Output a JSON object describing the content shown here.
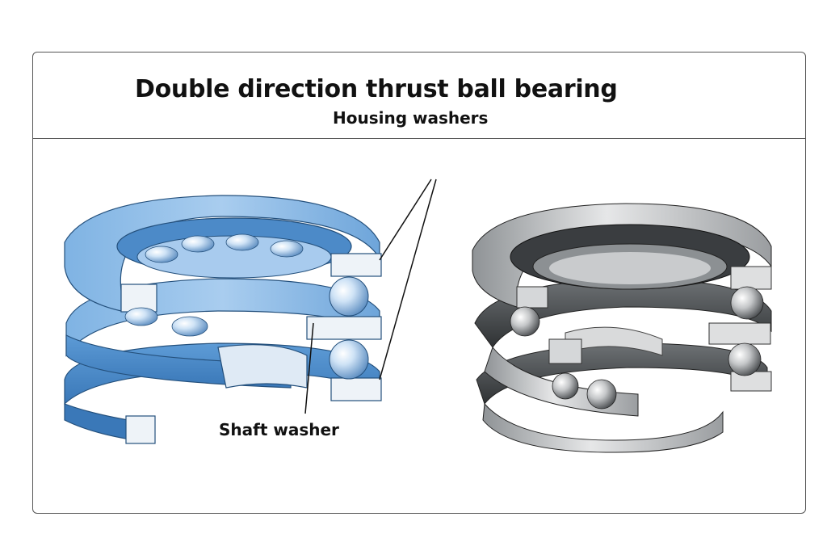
{
  "title": "Double direction thrust ball bearing",
  "labels": {
    "housing_washers": "Housing washers",
    "shaft_washer": "Shaft washer"
  },
  "colors": {
    "diagram_blue": "#5b9bd5",
    "diagram_blue_dark": "#3f7fbf",
    "steel": "#b9bcbf",
    "border": "#555555"
  },
  "icons": [
    "blue-bearing-cutaway-illustration",
    "steel-bearing-photo-illustration"
  ]
}
